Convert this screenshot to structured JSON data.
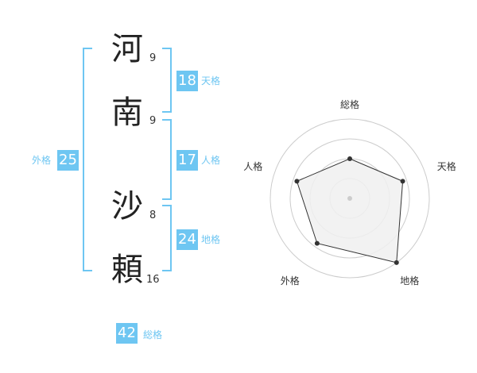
{
  "name": {
    "chars": [
      {
        "char": "河",
        "strokes": "9"
      },
      {
        "char": "南",
        "strokes": "9"
      },
      {
        "char": "沙",
        "strokes": "8"
      },
      {
        "char": "頼",
        "strokes": "16"
      }
    ]
  },
  "fortunes": {
    "tenkaku": {
      "value": "18",
      "label": "天格"
    },
    "jinkaku": {
      "value": "17",
      "label": "人格"
    },
    "chikaku": {
      "value": "24",
      "label": "地格"
    },
    "gaikaku": {
      "value": "25",
      "label": "外格"
    },
    "soukaku": {
      "value": "42",
      "label": "総格"
    }
  },
  "colors": {
    "accent": "#6ec6f2",
    "text": "#222222",
    "radar_fill": "#f0f0f0",
    "radar_grid": "#cccccc"
  },
  "chart_data": {
    "type": "radar",
    "axes": [
      "総格",
      "天格",
      "地格",
      "外格",
      "人格"
    ],
    "values": [
      2.5,
      3.5,
      5,
      3.5,
      3.5
    ],
    "range": [
      0,
      5
    ],
    "rings": 4
  }
}
